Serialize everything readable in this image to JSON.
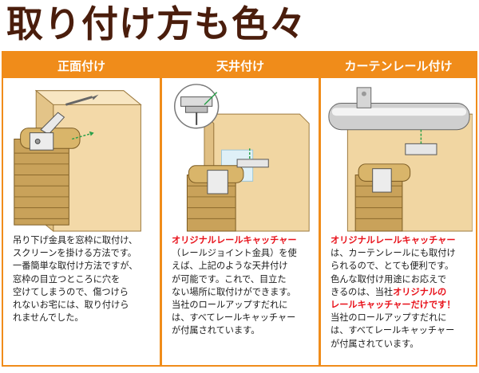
{
  "title": "取り付け方も色々",
  "panels": [
    {
      "heading": "正面付け",
      "lines": [
        {
          "text": "吊り下げ金具を窓枠に取付け、"
        },
        {
          "text": "スクリーンを掛ける方法です。"
        },
        {
          "text": "一番簡単な取付け方法ですが、"
        },
        {
          "text": "窓枠の目立つところに穴を"
        },
        {
          "text": "空けてしまうので、傷つけら"
        },
        {
          "text": "れないお宅には、取り付けら"
        },
        {
          "text": "れませんでした。"
        }
      ]
    },
    {
      "heading": "天井付け",
      "lines": [
        {
          "text": "オリジナルレールキャッチャー",
          "red": true
        },
        {
          "text": "（レールジョイント金具）を使"
        },
        {
          "text": "えば、上記のような天井付け"
        },
        {
          "text": "が可能です。これで、目立た"
        },
        {
          "text": "ない場所に取付けができます。"
        },
        {
          "text": "当社のロールアップすだれに"
        },
        {
          "text": "は、すべてレールキャッチャー"
        },
        {
          "text": "が付属されています。"
        }
      ]
    },
    {
      "heading": "カーテンレール付け",
      "lines": [
        {
          "text": "オリジナルレールキャッチャー",
          "red": true
        },
        {
          "text": "は、カーテンレールにも取付け"
        },
        {
          "text": "られるので、とても便利です。"
        },
        {
          "text": "色んな取付け用途にお応えで"
        },
        {
          "text": "きるのは、当社",
          "tail_red": "オリジナルの"
        },
        {
          "text": "レールキャッチャーだけです！",
          "red": true
        },
        {
          "text": "当社のロールアップすだれに"
        },
        {
          "text": "は、すべてレールキャッチャー"
        },
        {
          "text": "が付属されています。"
        }
      ]
    }
  ],
  "colors": {
    "accent": "#f08c1a",
    "title": "#4a1d0c",
    "highlight": "#e8111a"
  }
}
